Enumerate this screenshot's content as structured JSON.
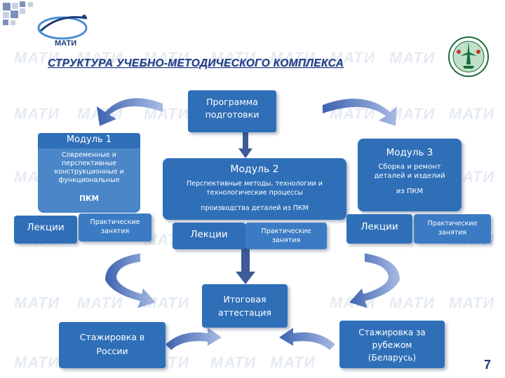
{
  "header": {
    "logo_text": "МАТИ",
    "title": "СТРУКТУРА УЧЕБНО-МЕТОДИЧЕСКОГО КОМПЛЕКСА"
  },
  "watermark": "МАТИ",
  "nodes": {
    "program": "Программа подготовки",
    "module1": {
      "title": "Модуль 1",
      "desc": "Современные и перспективные конструкционные и функциональные",
      "abbr": "ПКМ",
      "lectures": "Лекции",
      "practice": "Практические занятия"
    },
    "module2": {
      "title": "Модуль 2",
      "desc": "Перспективные методы, технологии и технологические процессы",
      "desc2": "производства деталей из ПКМ",
      "lectures": "Лекции",
      "practice": "Практические занятия"
    },
    "module3": {
      "title": "Модуль 3",
      "desc": "Сборка и ремонт деталей и изделий",
      "desc2": "из ПКМ",
      "lectures": "Лекции",
      "practice": "Практические занятия"
    },
    "final": "Итоговая аттестация",
    "intern_ru": "Стажировка в России",
    "intern_abroad": "Стажировка за рубежом (Беларусь)"
  },
  "page_number": "7",
  "colors": {
    "box": "#2f6fb8",
    "arrow": "#5b7fc4",
    "title": "#1e3b86"
  }
}
